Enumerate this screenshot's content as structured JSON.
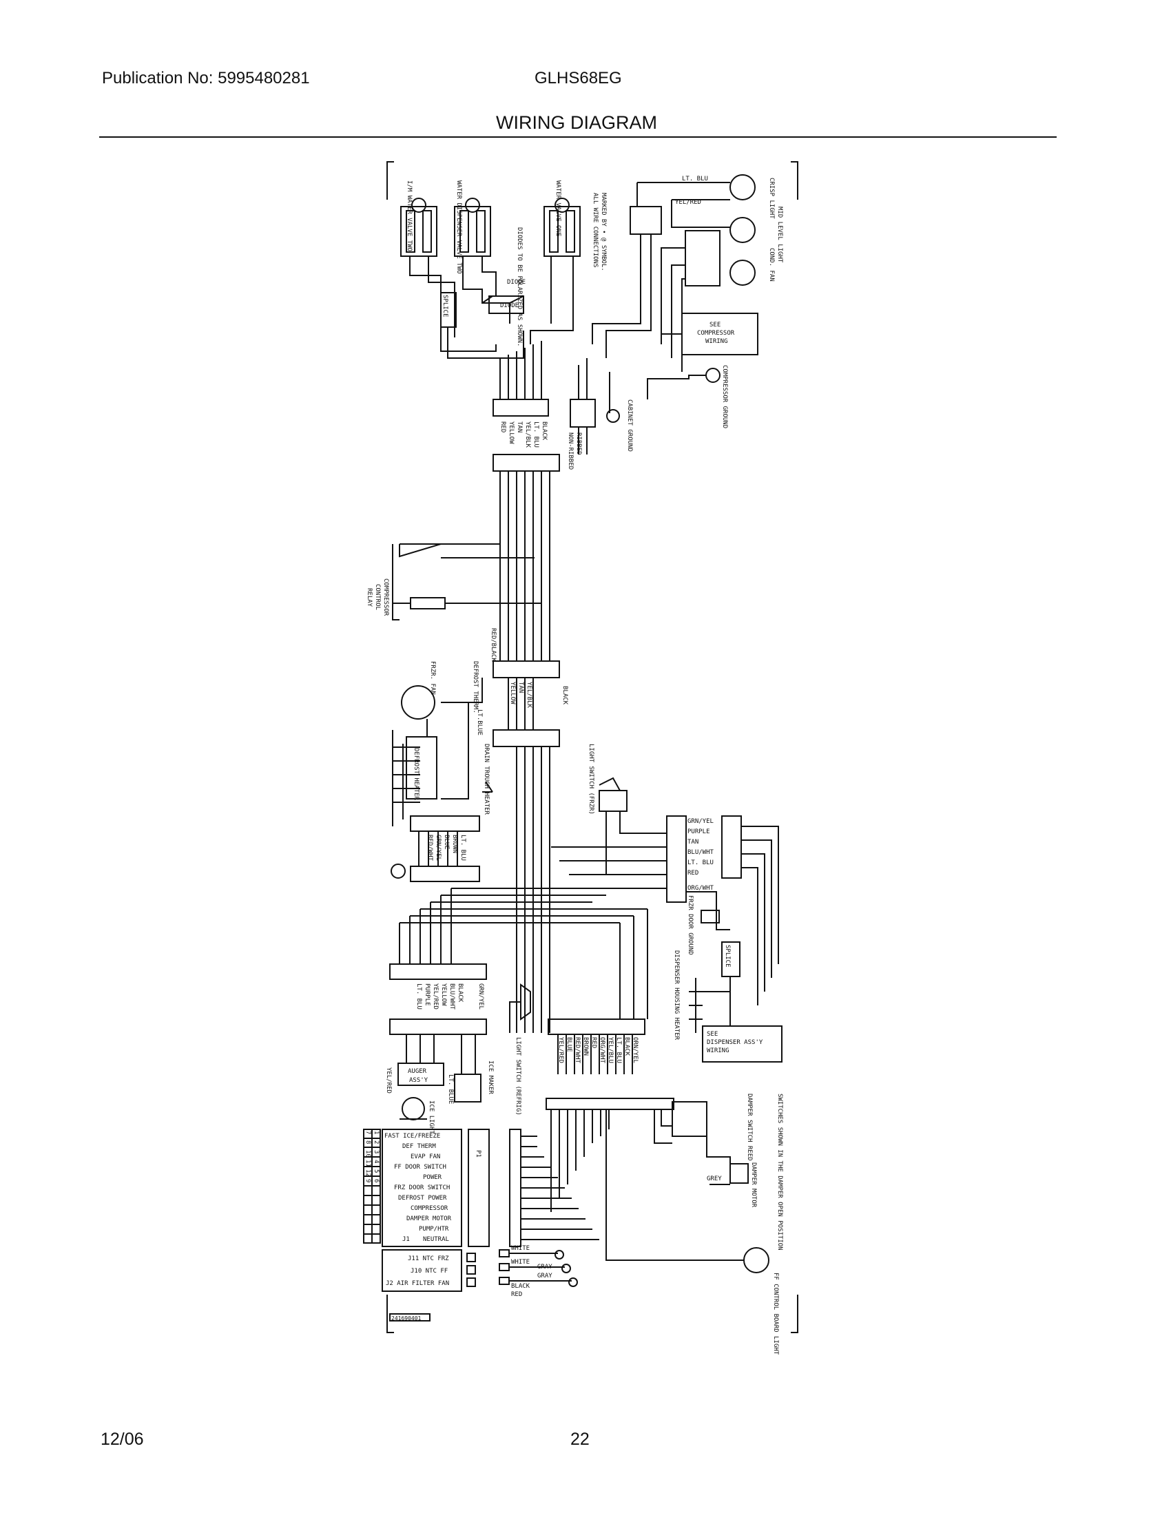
{
  "header": {
    "publication": "Publication No: 5995480281",
    "model": "GLHS68EG",
    "title": "WIRING DIAGRAM"
  },
  "footer": {
    "date": "12/06",
    "page": "22"
  },
  "diagram": {
    "labels": {
      "ice_water_valve": [
        "I/M",
        "WATER",
        "VALVE",
        "TWO"
      ],
      "water_dispenser_valve": [
        "WATER",
        "DISPENSER",
        "VALVE",
        "TWO"
      ],
      "water_valve_one": [
        "WATER",
        "VALVE",
        "ONE"
      ],
      "connections_note": [
        "ALL WIRE CONNECTIONS",
        "MARKED BY • @ SYMBOL."
      ],
      "diodes_note": [
        "DIODES TO BE",
        "POLARIZED AS",
        "SHOWN."
      ],
      "diode1": "DIODE",
      "diode2": "DIODE",
      "splice": "SPLICE",
      "lt_blu_top": "LT. BLU",
      "yel_red_top": "YEL/RED",
      "crisp_light": [
        "CRISP",
        "LIGHT"
      ],
      "mid_level_light": [
        "MID LEVEL",
        "LIGHT"
      ],
      "cond_fan": [
        "COND. FAN"
      ],
      "see_compressor": [
        "SEE",
        "COMPRESSOR",
        "WIRING"
      ],
      "compressor_ground": [
        "COMPRESSOR",
        "GROUND"
      ],
      "cabinet_ground": [
        "CABINET",
        "GROUND"
      ],
      "wire_colors_a": [
        "BLACK",
        "LT. BLU",
        "YEL/BLK",
        "TAN",
        "YELLOW",
        "RED"
      ],
      "ribbed": "RIBBED",
      "non_ribbed": "NON-RIBBED",
      "compressor_relay": [
        "COMPRESSOR",
        "CONTROL",
        "RELAY"
      ],
      "red_black": "RED/BLACK",
      "black": "BLACK",
      "wire_colors_b": [
        "YEL/BLK",
        "TAN",
        "YELLOW"
      ],
      "defrost_therm": [
        "DEFROST",
        "THERM."
      ],
      "frzr_fan": [
        "FRZR.",
        "FAN"
      ],
      "lt_blue_mid": "LT.BLUE",
      "defrost_heater": "DEFROST HEATER",
      "drain_trough": [
        "DRAIN",
        "TROUGH",
        "HEATER"
      ],
      "light_switch_frzr": [
        "LIGHT SWITCH",
        "(FRZR)"
      ],
      "wire_colors_c": [
        "LT. BLU",
        "BROWN",
        "BLUE",
        "GRN/YEL",
        "RED/WHT"
      ],
      "switch_colors": [
        "GRN/YEL",
        "PURPLE",
        "TAN",
        "BLU/WHT",
        "LT. BLU",
        "RED",
        "ORG/WHT"
      ],
      "frzr_door_ground": [
        "FRZR DOOR",
        "GROUND"
      ],
      "splice2": "SPLICE",
      "dispenser_heater": "DISPENSER HOUSING HEATER",
      "see_dispenser": [
        "SEE",
        "DISPENSER ASS'Y",
        "WIRING"
      ],
      "wire_colors_d": [
        "GRN/YEL",
        "BLACK",
        "BLU/WHT",
        "YELLOW",
        "YEL/RED",
        "PURPLE",
        "LT. BLU"
      ],
      "light_switch_refrig": [
        "LIGHT SWITCH",
        "(REFRIG)"
      ],
      "wire_colors_e": [
        "ORN/YEL",
        "BLACK",
        "LT. BLU",
        "YEL/BLU",
        "ORG/WHT",
        "RED",
        "BROWN",
        "RED/WHT",
        "BLUE",
        "YEL/RED"
      ],
      "auger": [
        "AUGER",
        "ASS'Y"
      ],
      "yel_red": "YEL/RED",
      "ice_light": [
        "ICE",
        "LIGHT"
      ],
      "lt_blue_low": "LT. BLUE",
      "ice_maker": [
        "ICE",
        "MAKER"
      ],
      "damper_switch": [
        "DAMPER",
        "SWITCH",
        "REED"
      ],
      "damper_motor": [
        "DAMPER",
        "MOTOR"
      ],
      "grey": "GREY",
      "switches_note": "SWITCHES SHOWN IN THE DAMPER OPEN POSITION",
      "ff_light": [
        "FF CONTROL",
        "BOARD",
        "LIGHT"
      ],
      "p1": "P1",
      "jumpers": [
        "FAST ICE/FREEZE",
        "DEF THERM",
        "EVAP FAN",
        "FF DOOR SWITCH",
        "POWER",
        "FRZ DOOR SWITCH",
        "DEFROST POWER",
        "COMPRESSOR",
        "DAMPER MOTOR",
        "PUMP/HTR",
        "NEUTRAL"
      ],
      "j11": "J11 NTC FRZ",
      "j10": "J10 NTC FF",
      "j2": "J2 AIR FILTER FAN",
      "bottom_colors": [
        "WHITE",
        "WHITE",
        "GRAY",
        "GRAY",
        "BLACK",
        "RED"
      ],
      "j1": "J1",
      "pin_numbers": [
        "7",
        "8",
        "10",
        "11",
        "12",
        "1",
        "2",
        "3",
        "4",
        "5",
        "6",
        "9"
      ],
      "part_number": "241690401"
    }
  }
}
